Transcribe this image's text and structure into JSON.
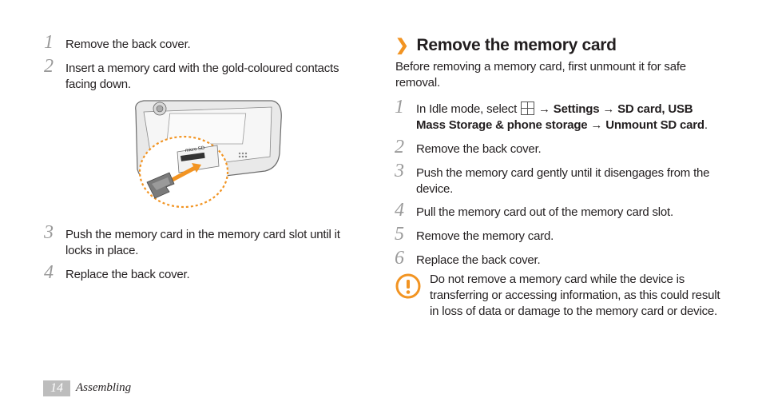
{
  "left_steps": [
    {
      "num": "1",
      "text": "Remove the back cover."
    },
    {
      "num": "2",
      "text": "Insert a memory card with the gold-coloured contacts facing down."
    },
    {
      "num": "3",
      "text": "Push the memory card in the memory card slot until it locks in place."
    },
    {
      "num": "4",
      "text": "Replace the back cover."
    }
  ],
  "illustration": {
    "slot_label": "micro SD"
  },
  "section": {
    "chevron": "❯",
    "title": "Remove the memory card",
    "intro": "Before removing a memory card, first unmount it for safe removal."
  },
  "right_steps": {
    "step1": {
      "num": "1",
      "pre": "In Idle mode, select",
      "arrow1": " → ",
      "settings": "Settings",
      "arrow2": " → ",
      "sdcard": "SD card, USB Mass Storage & phone storage",
      "arrow3": " → ",
      "unmount": "Unmount SD card",
      "end": "."
    },
    "others": [
      {
        "num": "2",
        "text": "Remove the back cover."
      },
      {
        "num": "3",
        "text": "Push the memory card gently until it disengages from the device."
      },
      {
        "num": "4",
        "text": "Pull the memory card out of the memory card slot."
      },
      {
        "num": "5",
        "text": "Remove the memory card."
      },
      {
        "num": "6",
        "text": "Replace the back cover."
      }
    ]
  },
  "caution": {
    "icon": "caution-icon",
    "text": "Do not remove a memory card while the device is transferring or accessing information, as this could result in loss of data or damage to the memory card or device."
  },
  "footer": {
    "page": "14",
    "section": "Assembling"
  },
  "colors": {
    "accent": "#f29422",
    "step_number": "#9a9a9a",
    "page_box": "#bdbdbd"
  }
}
